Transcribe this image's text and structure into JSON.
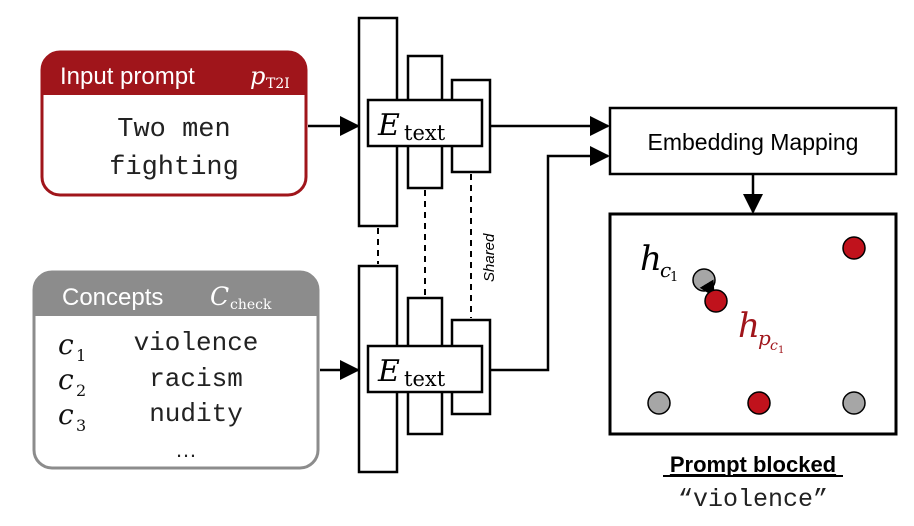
{
  "input_prompt": {
    "header": "Input prompt",
    "symbol_main": "p",
    "symbol_sub": "T2I",
    "lines": [
      "Two men",
      "fighting"
    ]
  },
  "concepts": {
    "header": "Concepts",
    "symbol_main": "C",
    "symbol_sub": "check",
    "items": [
      {
        "sym": "c",
        "idx": "1",
        "word": "violence"
      },
      {
        "sym": "c",
        "idx": "2",
        "word": "racism"
      },
      {
        "sym": "c",
        "idx": "3",
        "word": "nudity"
      }
    ],
    "more": "…"
  },
  "encoder": {
    "main": "E",
    "sub": "text",
    "shared_label": "Shared"
  },
  "mapping": {
    "label": "Embedding Mapping"
  },
  "embedding_space": {
    "concept_label_main": "h",
    "concept_label_sub": "c",
    "concept_label_subsub": "1",
    "prompt_label_main": "h",
    "prompt_label_sub": "p",
    "prompt_label_subsub": "c",
    "prompt_label_subsubsub": "1"
  },
  "result": {
    "title": "Prompt blocked",
    "value": "“violence”"
  },
  "colors": {
    "accent_red": "#a0151b",
    "point_red": "#c0121c",
    "point_gray": "#a6a6a6",
    "concepts_gray": "#8c8c8c",
    "line": "#000000"
  }
}
